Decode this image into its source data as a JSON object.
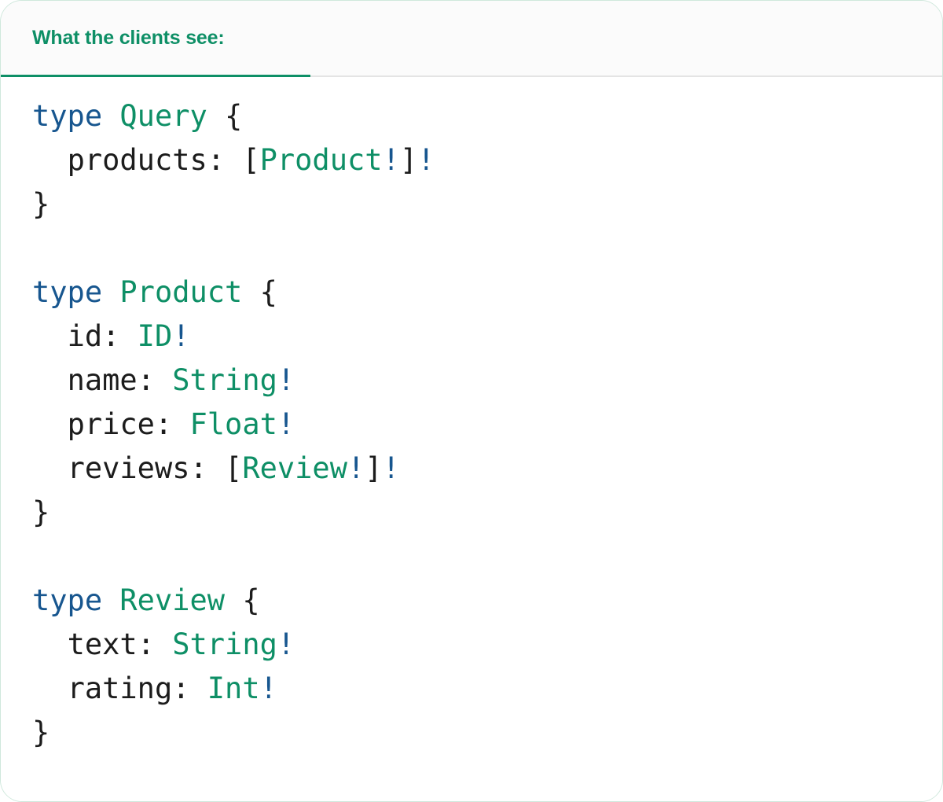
{
  "card": {
    "header": {
      "tab_label": "What the clients see:"
    },
    "colors": {
      "accent_green": "#0e8f66",
      "keyword_blue": "#17568f",
      "text_dark": "#1c1c1c",
      "header_bg": "#fbfbfb",
      "card_border": "#cfe8dc",
      "header_border": "#e4e4e4"
    }
  },
  "code": {
    "language": "graphql",
    "lines": [
      {
        "indent": 0,
        "tokens": [
          {
            "text": "type",
            "kind": "keyword"
          },
          {
            "text": " ",
            "kind": "plain"
          },
          {
            "text": "Query",
            "kind": "type"
          },
          {
            "text": " {",
            "kind": "plain"
          }
        ]
      },
      {
        "indent": 2,
        "tokens": [
          {
            "text": "products: [",
            "kind": "plain"
          },
          {
            "text": "Product",
            "kind": "type"
          },
          {
            "text": "!",
            "kind": "bang"
          },
          {
            "text": "]",
            "kind": "plain"
          },
          {
            "text": "!",
            "kind": "bang"
          }
        ]
      },
      {
        "indent": 0,
        "tokens": [
          {
            "text": "}",
            "kind": "plain"
          }
        ]
      },
      {
        "indent": 0,
        "tokens": []
      },
      {
        "indent": 0,
        "tokens": [
          {
            "text": "type",
            "kind": "keyword"
          },
          {
            "text": " ",
            "kind": "plain"
          },
          {
            "text": "Product",
            "kind": "type"
          },
          {
            "text": " {",
            "kind": "plain"
          }
        ]
      },
      {
        "indent": 2,
        "tokens": [
          {
            "text": "id: ",
            "kind": "plain"
          },
          {
            "text": "ID",
            "kind": "type"
          },
          {
            "text": "!",
            "kind": "bang"
          }
        ]
      },
      {
        "indent": 2,
        "tokens": [
          {
            "text": "name: ",
            "kind": "plain"
          },
          {
            "text": "String",
            "kind": "type"
          },
          {
            "text": "!",
            "kind": "bang"
          }
        ]
      },
      {
        "indent": 2,
        "tokens": [
          {
            "text": "price: ",
            "kind": "plain"
          },
          {
            "text": "Float",
            "kind": "type"
          },
          {
            "text": "!",
            "kind": "bang"
          }
        ]
      },
      {
        "indent": 2,
        "tokens": [
          {
            "text": "reviews: [",
            "kind": "plain"
          },
          {
            "text": "Review",
            "kind": "type"
          },
          {
            "text": "!",
            "kind": "bang"
          },
          {
            "text": "]",
            "kind": "plain"
          },
          {
            "text": "!",
            "kind": "bang"
          }
        ]
      },
      {
        "indent": 0,
        "tokens": [
          {
            "text": "}",
            "kind": "plain"
          }
        ]
      },
      {
        "indent": 0,
        "tokens": []
      },
      {
        "indent": 0,
        "tokens": [
          {
            "text": "type",
            "kind": "keyword"
          },
          {
            "text": " ",
            "kind": "plain"
          },
          {
            "text": "Review",
            "kind": "type"
          },
          {
            "text": " {",
            "kind": "plain"
          }
        ]
      },
      {
        "indent": 2,
        "tokens": [
          {
            "text": "text: ",
            "kind": "plain"
          },
          {
            "text": "String",
            "kind": "type"
          },
          {
            "text": "!",
            "kind": "bang"
          }
        ]
      },
      {
        "indent": 2,
        "tokens": [
          {
            "text": "rating: ",
            "kind": "plain"
          },
          {
            "text": "Int",
            "kind": "type"
          },
          {
            "text": "!",
            "kind": "bang"
          }
        ]
      },
      {
        "indent": 0,
        "tokens": [
          {
            "text": "}",
            "kind": "plain"
          }
        ]
      }
    ]
  }
}
